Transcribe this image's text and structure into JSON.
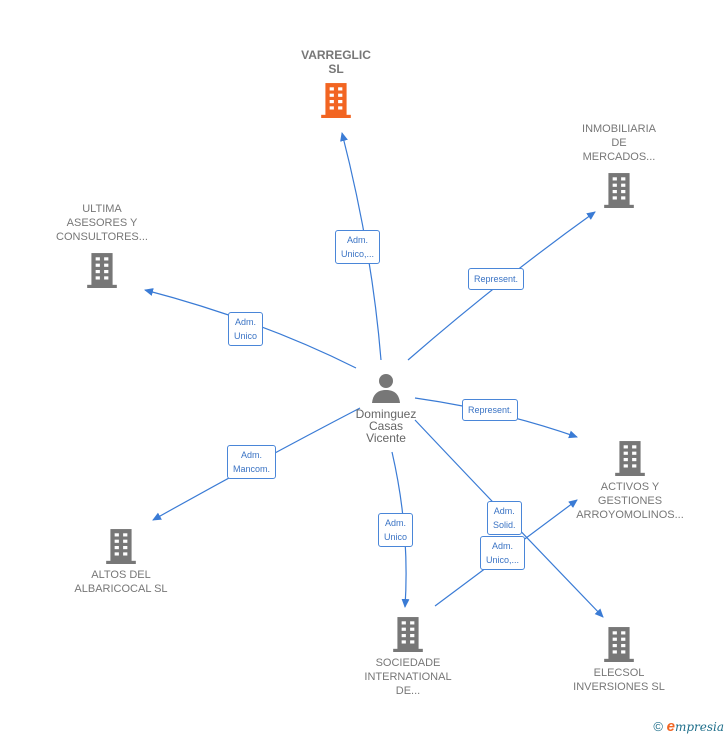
{
  "colors": {
    "edge": "#3a7bd5",
    "building": "#777777",
    "highlight": "#f26522"
  },
  "center": {
    "name": "Dominguez\nCasas\nVicente",
    "icon": "person-icon"
  },
  "companies": [
    {
      "id": "varreglic",
      "name": "VARREGLIC\nSL",
      "highlight": true
    },
    {
      "id": "inmobiliaria",
      "name": "INMOBILIARIA\nDE\nMERCADOS..."
    },
    {
      "id": "ultima",
      "name": "ULTIMA\nASESORES Y\nCONSULTORES..."
    },
    {
      "id": "activos",
      "name": "ACTIVOS Y\nGESTIONES\nARROYOMOLINOS..."
    },
    {
      "id": "altos",
      "name": "ALTOS DEL\nALBARICOCAL SL"
    },
    {
      "id": "sociedade",
      "name": "SOCIEDADE\nINTERNATIONAL\nDE..."
    },
    {
      "id": "elecsol",
      "name": "ELECSOL\nINVERSIONES SL"
    }
  ],
  "edges": [
    {
      "id": "e-varreglic",
      "label": "Adm.\nUnico,..."
    },
    {
      "id": "e-inmobiliaria",
      "label": "Represent."
    },
    {
      "id": "e-ultima",
      "label": "Adm.\nUnico"
    },
    {
      "id": "e-activos",
      "label": "Represent."
    },
    {
      "id": "e-altos",
      "label": "Adm.\nMancom."
    },
    {
      "id": "e-sociedade",
      "label": "Adm.\nUnico"
    },
    {
      "id": "e-elecsol",
      "label": "Adm.\nSolid."
    },
    {
      "id": "e-soc-activos",
      "label": "Adm.\nUnico,..."
    }
  ],
  "footer": {
    "copyright": "©",
    "brand": "mpresia",
    "brand_initial": "e"
  }
}
